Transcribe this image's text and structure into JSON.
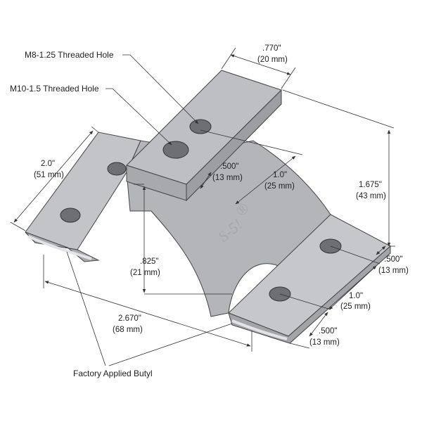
{
  "labels": {
    "m8_hole": "M8-1.25 Threaded Hole",
    "m10_hole": "M10-1.5 Threaded Hole",
    "factory_butyl": "Factory Applied Butyl"
  },
  "dimensions": {
    "top_width_in": ".770\"",
    "top_width_mm": "(20 mm)",
    "flange_length_in": "2.0\"",
    "flange_length_mm": "(51 mm)",
    "hole_offset_in": ".500\"",
    "hole_offset_mm": "(13 mm)",
    "hole_spacing_in": "1.0\"",
    "hole_spacing_mm": "(25 mm)",
    "height_in": "1.675\"",
    "height_mm": "(43 mm)",
    "base_edge_in": ".500\"",
    "base_edge_mm": "(13 mm)",
    "base_hole_spacing_in": "1.0\"",
    "base_hole_spacing_mm": "(25 mm)",
    "base_hole_edge_in": ".500\"",
    "base_hole_edge_mm": "(13 mm)",
    "arch_height_in": ".825\"",
    "arch_height_mm": "(21 mm)",
    "overall_width_in": "2.670\"",
    "overall_width_mm": "(68 mm)"
  },
  "logo": {
    "text": "S-5!",
    "registered": "®"
  },
  "colors": {
    "metal_light": "#c4c5c9",
    "metal_mid": "#b2b3b7",
    "metal_dark": "#9a9b9f",
    "hole_fill": "#6e6f73",
    "line": "#333333"
  }
}
